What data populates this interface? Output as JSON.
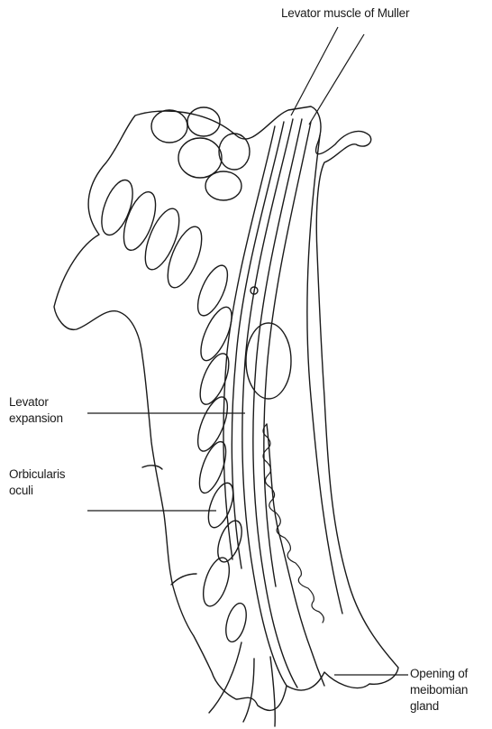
{
  "labels": {
    "levator_muscle_of_muller": "Levator muscle of Muller",
    "levator_expansion": [
      "Levator",
      "expansion"
    ],
    "orbicularis_oculi": [
      "Orbicularis",
      "oculi"
    ],
    "opening_of_meibomian_gland": [
      "Opening of",
      "meibomian",
      "gland"
    ]
  },
  "colors": {
    "ink": "#1a1a1a",
    "background": "#ffffff"
  }
}
